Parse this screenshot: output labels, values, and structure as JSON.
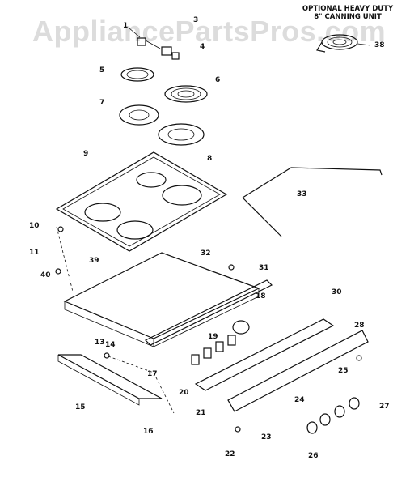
{
  "watermark": "AppliancePartsPros.com",
  "header": {
    "line1": "OPTIONAL HEAVY DUTY",
    "line2": "8\" CANNING UNIT"
  },
  "callouts": [
    "1",
    "3",
    "4",
    "5",
    "6",
    "7",
    "8",
    "9",
    "10",
    "11",
    "13",
    "14",
    "15",
    "16",
    "17",
    "18",
    "19",
    "20",
    "21",
    "22",
    "23",
    "24",
    "25",
    "26",
    "27",
    "28",
    "30",
    "31",
    "32",
    "33",
    "38",
    "39",
    "40"
  ]
}
